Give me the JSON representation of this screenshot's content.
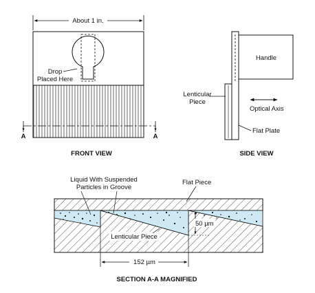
{
  "front_view": {
    "dimension_label": "About 1 in.",
    "drop_label_line1": "Drop",
    "drop_label_line2": "Placed Here",
    "section_mark_left": "A",
    "section_mark_right": "A",
    "caption": "FRONT VIEW"
  },
  "side_view": {
    "handle_label": "Handle",
    "lenticular_label_line1": "Lenticular",
    "lenticular_label_line2": "Piece",
    "optical_axis_label": "Optical Axis",
    "flat_plate_label": "Flat Plate",
    "caption": "SIDE VIEW"
  },
  "section": {
    "liquid_label_line1": "Liquid With Suspended",
    "liquid_label_line2": "Particles in Groove",
    "flat_piece_label": "Flat Piece",
    "depth_label": "50 µm",
    "lenticular_label": "Lenticular Piece",
    "pitch_label": "152 µm",
    "caption": "SECTION A-A MAGNIFIED"
  },
  "colors": {
    "ink": "#111111",
    "liquid_fill": "#cfe9f4",
    "background": "#ffffff"
  }
}
